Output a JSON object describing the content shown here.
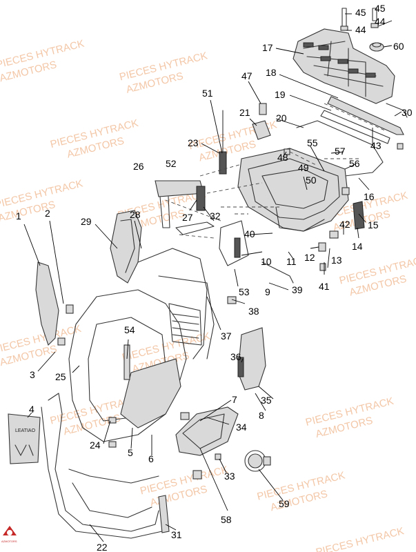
{
  "watermark": {
    "line1": "PIECES HYTRACK",
    "line2": "AZMOTORS",
    "color": "#f3c7a7"
  },
  "decal": {
    "text": "LEATIAO"
  },
  "logo": {
    "icon": "azmotors-logo-icon",
    "text": "AZMOTORS"
  },
  "part_labels": [
    "45",
    "45",
    "44",
    "44",
    "60",
    "17",
    "47",
    "18",
    "19",
    "51",
    "21",
    "20",
    "30",
    "23",
    "48",
    "55",
    "57",
    "43",
    "26",
    "52",
    "49",
    "56",
    "50",
    "16",
    "2",
    "1",
    "29",
    "28",
    "27",
    "32",
    "42",
    "15",
    "40",
    "10",
    "11",
    "12",
    "13",
    "14",
    "53",
    "9",
    "39",
    "41",
    "38",
    "37",
    "54",
    "36",
    "25",
    "3",
    "35",
    "7",
    "8",
    "4",
    "34",
    "24",
    "5",
    "6",
    "33",
    "58",
    "59",
    "22",
    "31"
  ]
}
